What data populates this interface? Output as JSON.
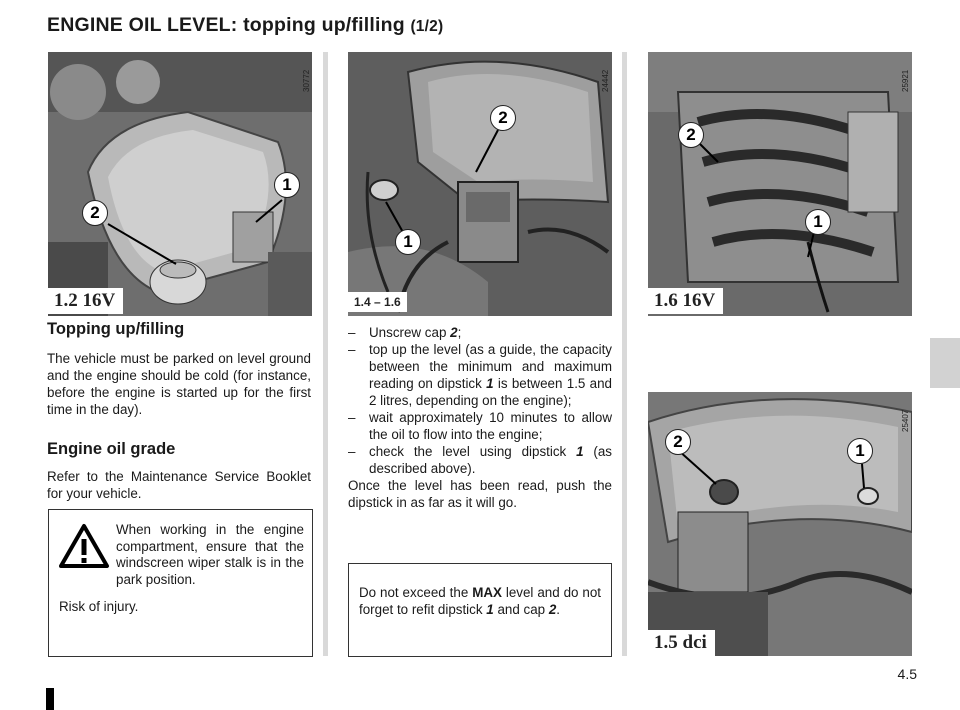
{
  "header": {
    "title": "ENGINE OIL LEVEL: topping up/filling",
    "part": "(1/2)"
  },
  "figures": [
    {
      "ref": "30772",
      "label": "1.2 16V",
      "callouts": [
        "1",
        "2"
      ]
    },
    {
      "ref": "24442",
      "label": "1.4 – 1.6",
      "callouts": [
        "2",
        "1"
      ]
    },
    {
      "ref": "25921",
      "label": "1.6 16V",
      "callouts": [
        "2",
        "1"
      ]
    },
    {
      "ref": "25407",
      "label": "1.5 dci",
      "callouts": [
        "2",
        "1"
      ]
    }
  ],
  "topping": {
    "heading": "Topping up/filling",
    "text": "The vehicle must be parked on level ground and the engine should be cold (for instance, before the engine is started up for the first time in the day)."
  },
  "grade": {
    "heading": "Engine oil grade",
    "text": "Refer to the Maintenance Service Booklet for your vehicle."
  },
  "warning": {
    "icon": "warning-triangle-icon",
    "text": "When working in the engine compartment, ensure that the windscreen wiper stalk is in the park position.",
    "risk": "Risk of injury."
  },
  "steps": {
    "dash": "–",
    "step1_a": "Unscrew cap ",
    "step1_ref": "2",
    "step1_b": ";",
    "step2_a": "top up the level (as a guide, the capacity between the minimum and maximum reading on dipstick ",
    "step2_ref": "1",
    "step2_b": " is between 1.5 and 2 litres, depending on the engine);",
    "step3": "wait approximately 10 minutes to allow the oil to flow into the engine;",
    "step4_a": "check the level using dipstick ",
    "step4_ref": "1",
    "step4_b": " (as described above).",
    "after": "Once the level has been read, push the dipstick in as far as it will go."
  },
  "note": {
    "a": "Do not exceed the ",
    "max": "MAX",
    "b": " level and do not forget to refit dipstick ",
    "ref1": "1",
    "c": " and cap ",
    "ref2": "2",
    "d": "."
  },
  "footer": {
    "page": "4.5"
  }
}
